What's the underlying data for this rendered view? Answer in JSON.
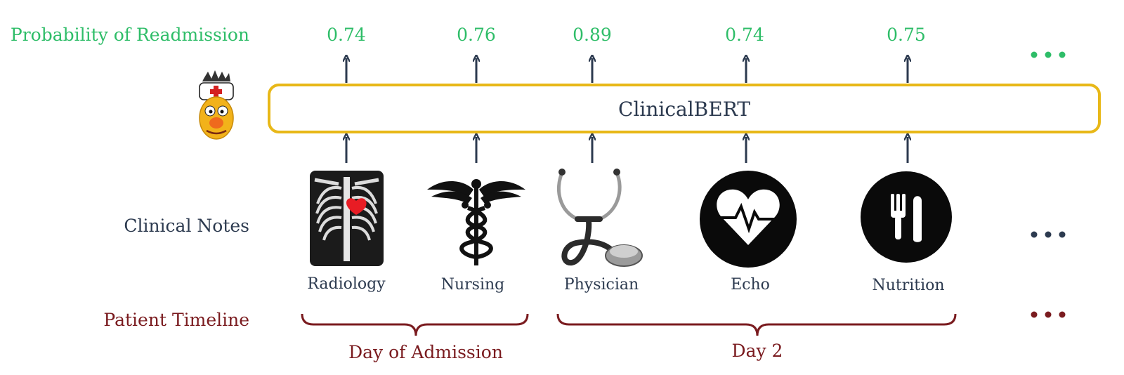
{
  "rows": {
    "probability_label": "Probability of Readmission",
    "notes_label": "Clinical Notes",
    "timeline_label": "Patient Timeline"
  },
  "model": {
    "name": "ClinicalBERT",
    "mascot_icon": "bert-nurse-mascot-icon"
  },
  "probabilities": [
    "0.74",
    "0.76",
    "0.89",
    "0.74",
    "0.75"
  ],
  "notes": [
    {
      "label": "Radiology",
      "icon": "xray-chest-icon"
    },
    {
      "label": "Nursing",
      "icon": "caduceus-icon"
    },
    {
      "label": "Physician",
      "icon": "stethoscope-icon"
    },
    {
      "label": "Echo",
      "icon": "heart-monitor-icon"
    },
    {
      "label": "Nutrition",
      "icon": "fork-knife-icon"
    }
  ],
  "timeline": [
    {
      "label": "Day of Admission"
    },
    {
      "label": "Day 2"
    }
  ],
  "colors": {
    "green": "#2ebd68",
    "navy": "#2c3a4f",
    "maroon": "#7a1b1f",
    "gold": "#e8b818"
  }
}
